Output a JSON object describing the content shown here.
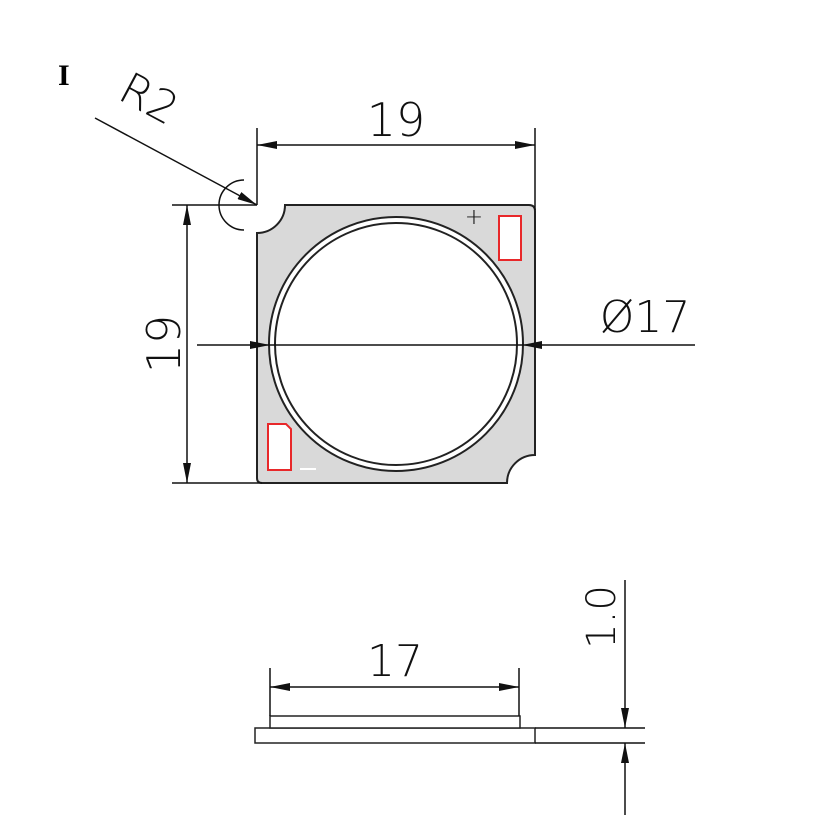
{
  "heading_fragment": "I",
  "top_view": {
    "corner_radius_label": "R2",
    "width_label": "19",
    "height_label": "19",
    "diameter_label": "Ø17",
    "polarity_mark": "+"
  },
  "side_view": {
    "emitter_width_label": "17",
    "thickness_label": "1.0"
  },
  "colors": {
    "substrate": "#d9d9d9",
    "pad": "#e8282a",
    "line": "#111111"
  }
}
